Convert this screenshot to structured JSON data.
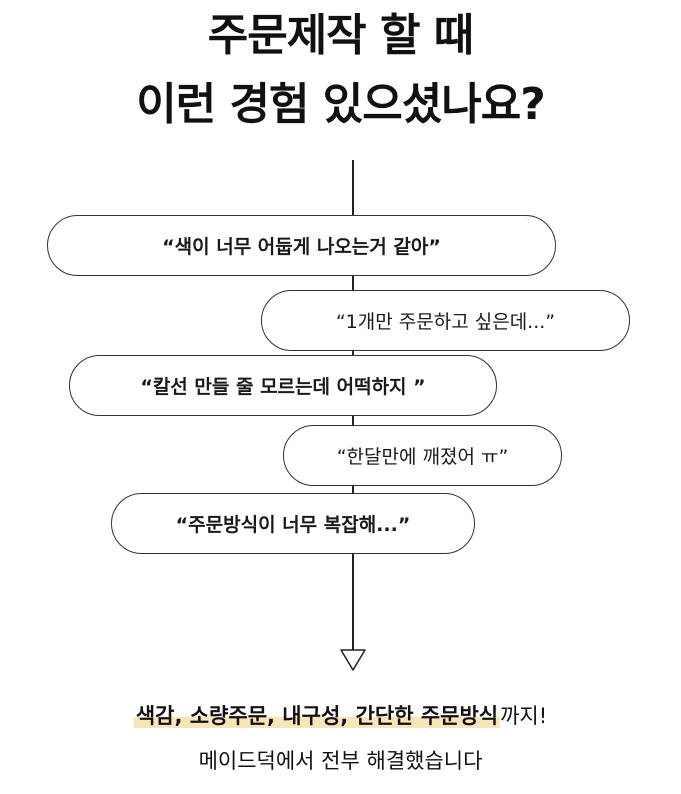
{
  "headline": {
    "line1": "주문제작 할 때",
    "line2": "이런 경험 있으셨나요?"
  },
  "bubbles": [
    {
      "text": "“색이 너무 어둡게 나오는거 같아”"
    },
    {
      "text": "“1개만 주문하고 싶은데...”"
    },
    {
      "text": "“칼선 만들 줄 모르는데 어떡하지 ”"
    },
    {
      "text": "“한달만에 깨졌어 ㅠ”"
    },
    {
      "text": "“주문방식이 너무 복잡해...”"
    }
  ],
  "summary": {
    "highlight": "색감, 소량주문, 내구성, 간단한 주문방식",
    "suffix": "까지!",
    "line2": "메이드덕에서 전부 해결했습니다"
  },
  "colors": {
    "text": "#111111",
    "bubble_border": "#333333",
    "highlight": "#f7e6b8"
  },
  "icons": {
    "flow_arrow": "down-arrow-icon"
  }
}
